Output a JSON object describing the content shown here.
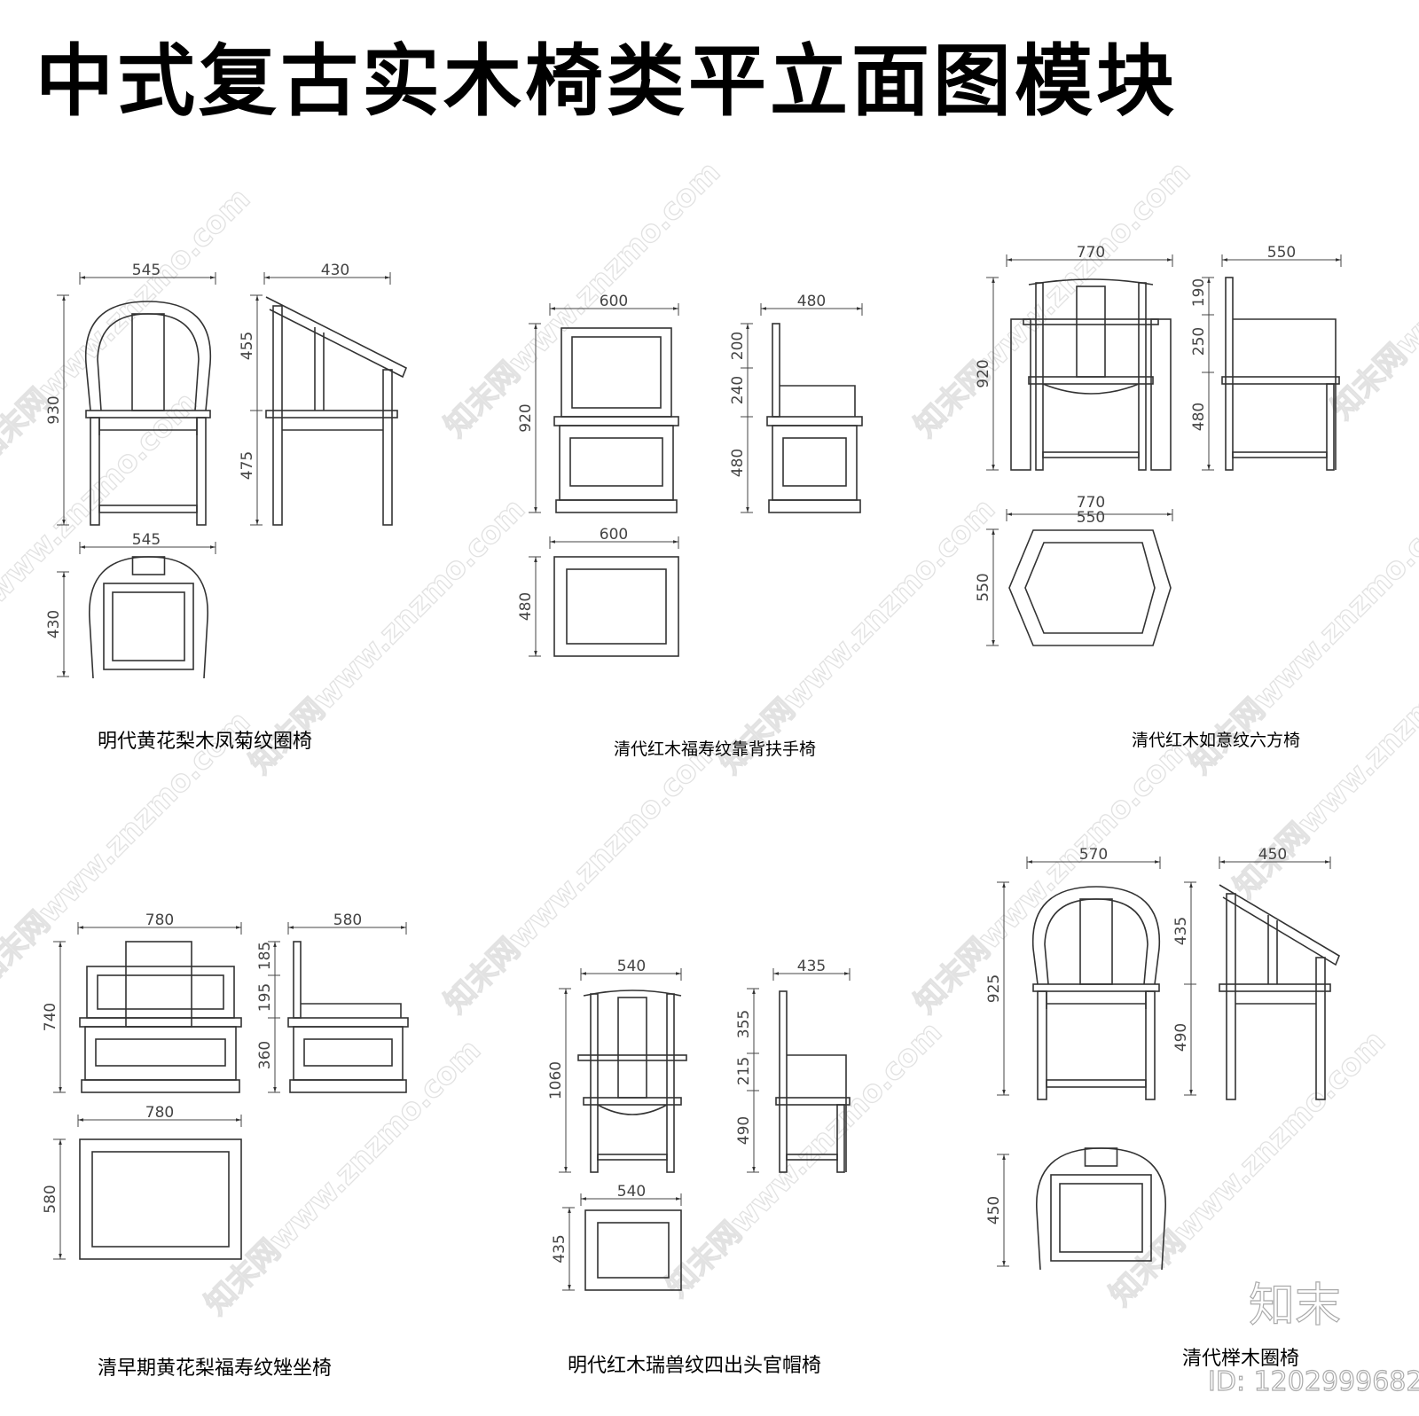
{
  "title": "中式复古实木椅类平立面图模块",
  "watermark": "知末网www.znzmo.com",
  "logo": {
    "brand": "知末",
    "id": "ID: 1202999682"
  },
  "chairs": [
    {
      "name": "明代黄花梨木凤菊纹圈椅",
      "dims": {
        "front_width": "545",
        "side_depth": "430",
        "height": "930",
        "upper": "455",
        "lower": "475",
        "plan_width": "545",
        "plan_depth": "430"
      }
    },
    {
      "name": "清代红木福寿纹靠背扶手椅",
      "dims": {
        "front_width": "600",
        "side_depth": "480",
        "height": "920",
        "top": "200",
        "middle": "240",
        "lower": "480",
        "plan_width": "600",
        "plan_depth": "480"
      }
    },
    {
      "name": "清代红木如意纹六方椅",
      "dims": {
        "front_width": "770",
        "side_depth": "550",
        "height": "920",
        "top": "190",
        "middle": "250",
        "lower": "480",
        "plan_width_outer": "770",
        "plan_width_inner": "550",
        "plan_depth": "550"
      }
    },
    {
      "name": "清早期黄花梨福寿纹矬坐椅",
      "dims": {
        "front_width": "780",
        "side_depth": "580",
        "height": "740",
        "top": "185",
        "middle": "195",
        "lower": "360",
        "plan_width": "780",
        "plan_depth": "580"
      }
    },
    {
      "name": "明代红木瑞兽纹四出头官帽椅",
      "dims": {
        "front_width": "540",
        "side_depth": "435",
        "height": "1060",
        "top": "355",
        "middle": "215",
        "lower": "490",
        "plan_width": "540",
        "plan_depth": "435"
      }
    },
    {
      "name": "清代榉木圈椅",
      "dims": {
        "front_width": "570",
        "side_depth": "450",
        "height": "925",
        "upper": "435",
        "lower": "490",
        "plan_depth": "450"
      }
    }
  ]
}
